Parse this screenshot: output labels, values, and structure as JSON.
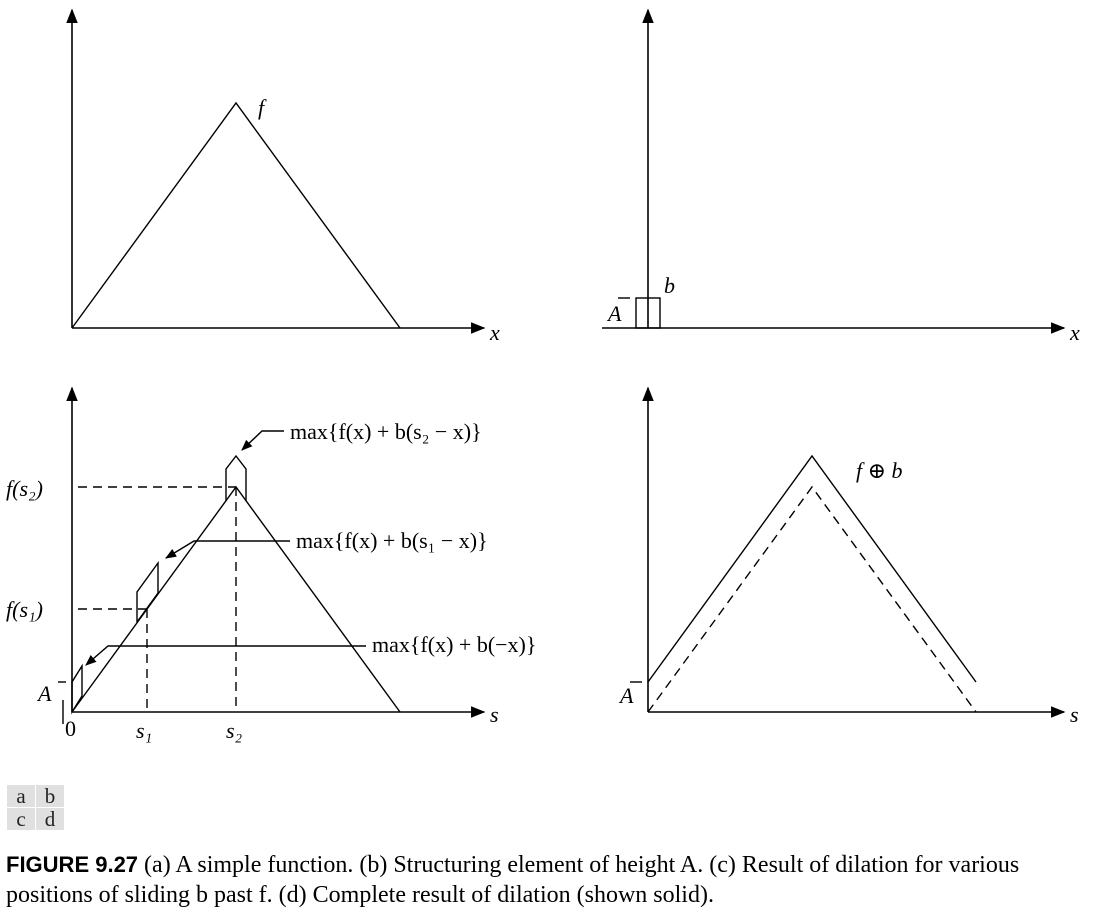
{
  "panel_a": {
    "func_label": "f",
    "axis_label": "x"
  },
  "panel_b": {
    "element_label": "b",
    "height_label": "A",
    "axis_label": "x"
  },
  "panel_c": {
    "annotation_top": "max{f(x) + b(s₂ − x)}",
    "annotation_mid": "max{f(x) + b(s₁ − x)}",
    "annotation_low": "max{f(x) + b(−x)}",
    "y_label_s2": "f(s₂)",
    "y_label_s1": "f(s₁)",
    "height_label": "A",
    "tick_zero": "0",
    "tick_s1": "s₁",
    "tick_s2": "s₂",
    "axis_label": "s"
  },
  "panel_d": {
    "func_label": "f ⊕ b",
    "height_label": "A",
    "axis_label": "s"
  },
  "panel_key": [
    [
      "a",
      "b"
    ],
    [
      "c",
      "d"
    ]
  ],
  "caption": {
    "label": "FIGURE 9.27",
    "text": "(a) A simple function. (b) Structuring element of height A. (c) Result of dilation for various positions of sliding b past f. (d) Complete result of dilation (shown solid)."
  }
}
